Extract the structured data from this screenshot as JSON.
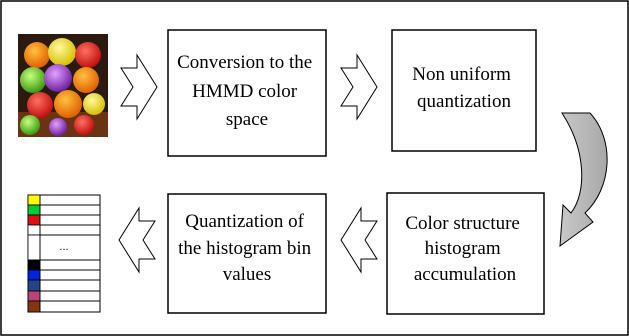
{
  "diagram": {
    "steps": [
      {
        "id": "conversion",
        "lines": [
          "Conversion to the",
          "HMMD color",
          "space"
        ]
      },
      {
        "id": "quantization",
        "lines": [
          "Non uniform",
          "quantization"
        ]
      },
      {
        "id": "accumulation",
        "lines": [
          "Color  structure",
          "histogram",
          "accumulation"
        ]
      },
      {
        "id": "bin-quantization",
        "lines": [
          "Quantization of",
          "the histogram bin",
          "values"
        ]
      }
    ],
    "histogram_table": {
      "ellipsis": "...",
      "row_colors": [
        "#ffff00",
        "#00cc33",
        "#dd1111",
        "#ffffff",
        "#ffffff",
        "#000000",
        "#0022dd",
        "#224488",
        "#bb4477",
        "#883311"
      ]
    },
    "input_image": {
      "description_icon": "fruit-photo-icon"
    }
  }
}
